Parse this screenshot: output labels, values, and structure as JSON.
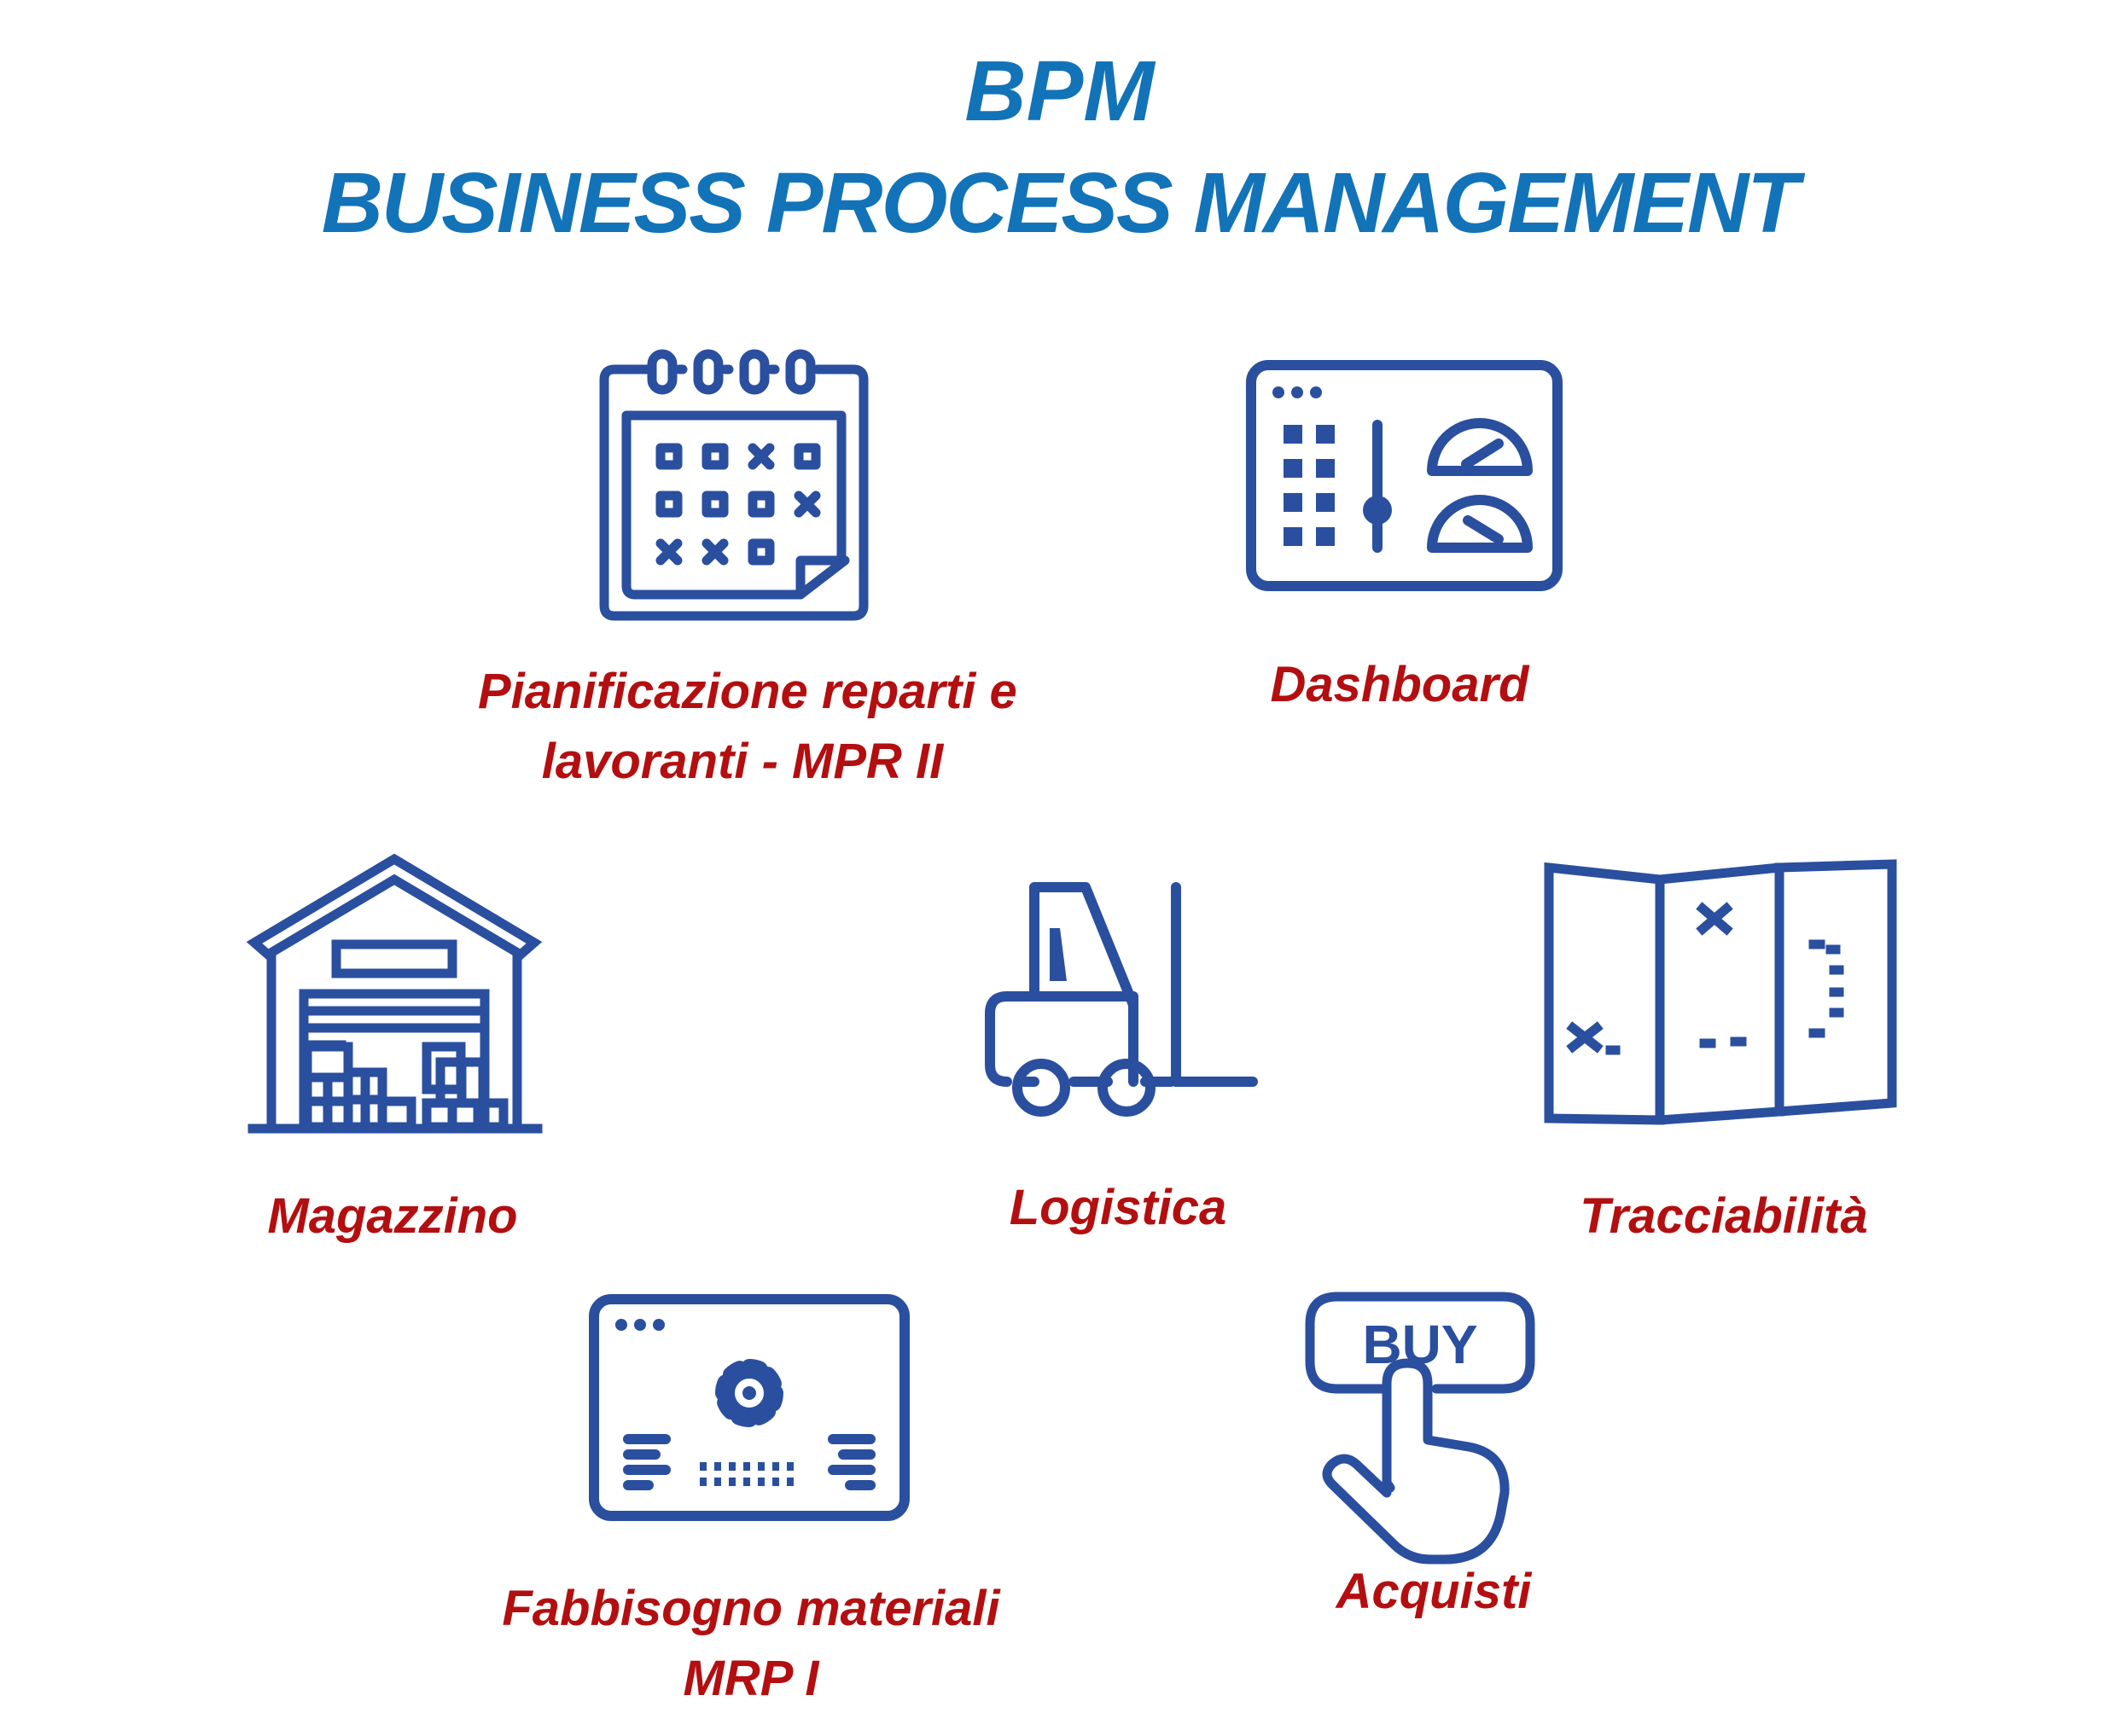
{
  "title": {
    "line1": "BPM",
    "line2": "BUSINESS PROCESS MANAGEMENT"
  },
  "colors": {
    "title": "#1273b8",
    "label": "#b30f10",
    "icon": "#2a4f9f"
  },
  "items": [
    {
      "icon": "calendar-icon",
      "label_lines": [
        "Pianificazione reparti e",
        "lavoranti - MPR II"
      ]
    },
    {
      "icon": "dashboard-icon",
      "label_lines": [
        "Dashboard"
      ]
    },
    {
      "icon": "warehouse-icon",
      "label_lines": [
        "Magazzino"
      ]
    },
    {
      "icon": "forklift-icon",
      "label_lines": [
        "Logistica"
      ]
    },
    {
      "icon": "map-icon",
      "label_lines": [
        "Tracciabilità"
      ]
    },
    {
      "icon": "settings-screen-icon",
      "label_lines": [
        "Fabbisogno materiali",
        "MRP I"
      ]
    },
    {
      "icon": "buy-hand-icon",
      "label_lines": [
        "Acquisti"
      ],
      "button_text": "BUY"
    }
  ]
}
